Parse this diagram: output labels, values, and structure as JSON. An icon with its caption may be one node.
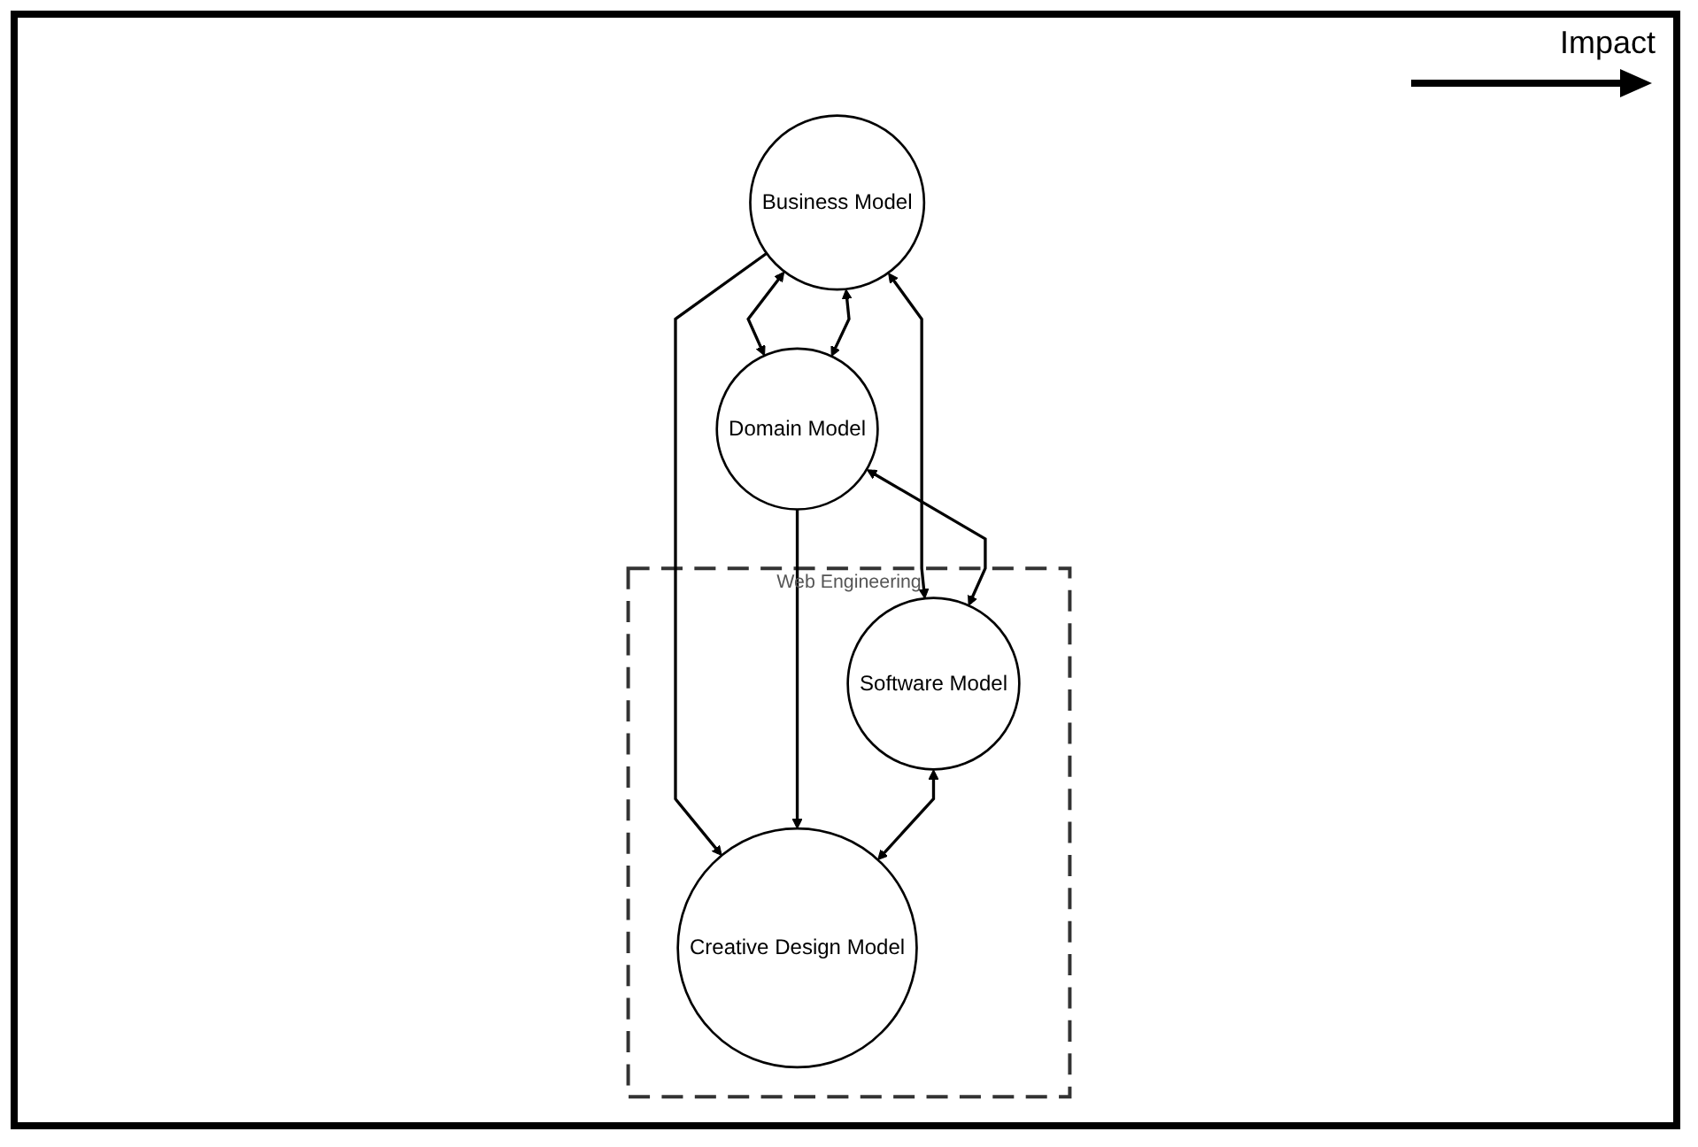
{
  "diagram": {
    "nodes": [
      {
        "text": [
          "Web Engineering"
        ]
      },
      {
        "text": [
          "Business Model"
        ]
      },
      {
        "text": [
          "Domain Model"
        ]
      },
      {
        "text": [
          "Software Model"
        ],
        "in": 0
      },
      {
        "text": [
          "Creative Design Model"
        ],
        "in": 0
      }
    ],
    "edges": [
      {
        "from": 1,
        "to": 2,
        "arrow": "both"
      },
      {
        "from": 1,
        "to": 2,
        "arrow": "both"
      },
      {
        "from": 1,
        "to": 4,
        "arrow": "to"
      },
      {
        "from": 1,
        "to": 3,
        "arrow": "both"
      },
      {
        "from": 2,
        "to": 3,
        "arrow": "both"
      },
      {
        "from": 2,
        "to": 4,
        "arrow": "to"
      },
      {
        "from": 3,
        "to": 4,
        "arrow": "both"
      }
    ],
    "legend": [
      {
        "text": "Impact"
      }
    ]
  }
}
